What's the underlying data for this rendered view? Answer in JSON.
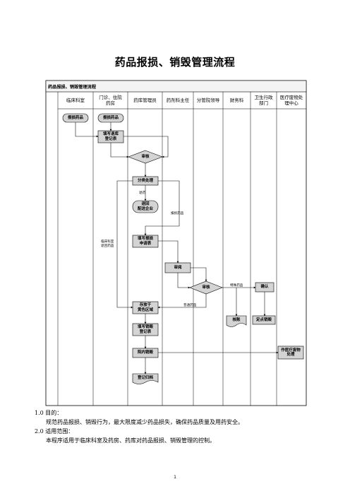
{
  "title": "药品报损、销毁管理流程",
  "pool_label": "药品报损、销毁管理流程",
  "lanes": [
    {
      "label": "临床科室"
    },
    {
      "label": "门诊、住院\n药房"
    },
    {
      "label": "药库管理员"
    },
    {
      "label": "药剂科主任"
    },
    {
      "label": "分管院领导"
    },
    {
      "label": "财务科"
    },
    {
      "label": "卫生行政\n部门"
    },
    {
      "label": "医疗废物处\n理中心"
    }
  ],
  "nodes": {
    "report_clinic": "报损药品",
    "report_pharmacy": "报损药品",
    "fill_register": "填写退库\n登记表",
    "review1": "审核",
    "classify": "分类处理",
    "return_supplier": "退回\n配送企业",
    "fill_report": "填写报损\n申请表",
    "approve": "审阅",
    "review2": "审核",
    "confirm": "确认",
    "store_yellow": "存放于\n黄色区域",
    "fill_destroy": "填写销毁\n登记表",
    "inhouse_destroy": "院内销毁",
    "writeoff": "核账",
    "designated_destroy": "定点销毁",
    "waste_center": "作医疗废物\n处理",
    "archive": "登记归档"
  },
  "edge_labels": {
    "returnable": "退药",
    "damaged": "报损药品",
    "clinic_lapsed": "临床科室\n退回药品",
    "special": "特殊药品",
    "normal": "普通药品"
  },
  "section1_heading": "1.0 目的：",
  "section1_body": "规范药品报损、销毁行为，最大限度减少药品损失，确保药品质量及用药安全。",
  "section2_heading": "2.0 适用范围：",
  "section2_body": "本程序适用于临床科室及药房、药库对药品报损、销毁管理的控制。",
  "page_number": "1"
}
